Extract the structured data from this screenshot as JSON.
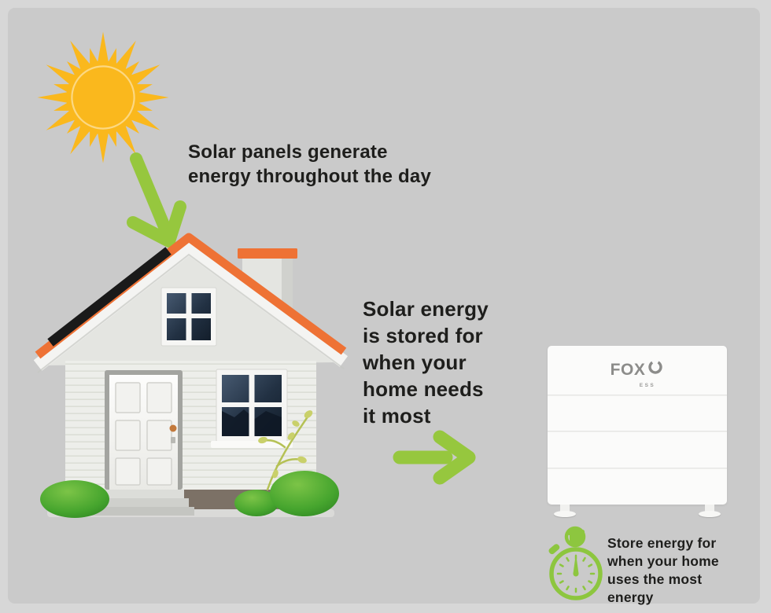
{
  "palette": {
    "outer_background": "#d7d7d7",
    "panel_background": "#cacaca",
    "accent_green": "#96c73e",
    "stopwatch_green": "#8dc63f",
    "sun_yellow": "#fab81d",
    "roof_orange": "#ee7235",
    "solar_panel_black": "#1a1a1a",
    "text_dark": "#1e1e1c",
    "battery_white": "#fbfbfa",
    "logo_gray": "#8c8c8a"
  },
  "annotations": {
    "generate": "Solar panels generate\nenergy throughout the day",
    "store": "Solar energy\nis stored for\nwhen your\nhome needs\nit most",
    "use": "Store energy for\nwhen your home\nuses the most\nenergy"
  },
  "battery": {
    "brand": "FOX",
    "sub_brand": "ESS"
  },
  "icons": {
    "sun": "sun-icon",
    "down_arrow": "arrow-down-icon",
    "right_arrow": "arrow-right-icon",
    "stopwatch": "stopwatch-icon",
    "house": "house-illustration",
    "battery": "battery-storage-unit"
  }
}
